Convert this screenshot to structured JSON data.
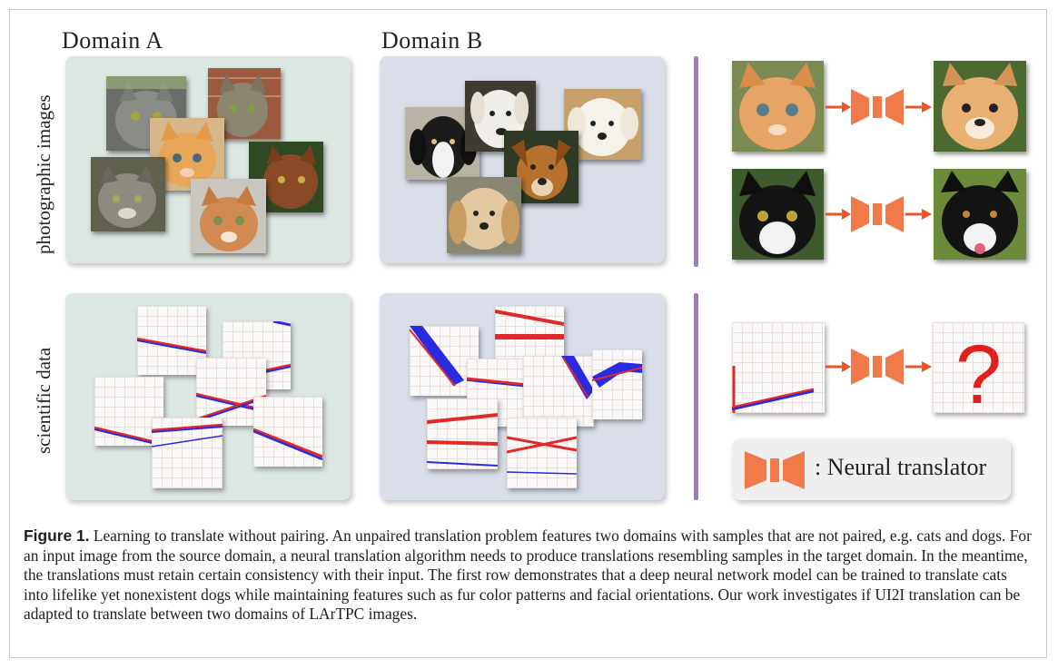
{
  "figure": {
    "domains": {
      "a": "Domain A",
      "b": "Domain B"
    },
    "rows": {
      "top": "photographic images",
      "bottom": "scientific data"
    },
    "legend": {
      "icon": "neural-translator-icon",
      "text": ": Neural translator"
    },
    "unknown_output": "?",
    "colors": {
      "panel_a": "#dde7e1",
      "panel_b": "#d9dee9",
      "divider": "#9b7fb0",
      "translator": "#f07a4a",
      "arrow": "#e8562a",
      "track_red": "#e02a2a",
      "track_blue": "#2a2ae0"
    }
  },
  "caption": {
    "label": "Figure 1.",
    "text": " Learning to translate without pairing. An unpaired translation problem features two domains with samples that are not paired, e.g. cats and dogs. For an input image from the source domain, a neural translation algorithm needs to produce translations resembling samples in the target domain. In the meantime, the translations must retain certain consistency with their input. The first row demonstrates that a deep neural network model can be trained to translate cats into lifelike yet nonexistent dogs while maintaining features such as fur color patterns and facial orientations. Our work investigates if UI2I translation can be adapted to translate between two domains of LArTPC images."
  }
}
